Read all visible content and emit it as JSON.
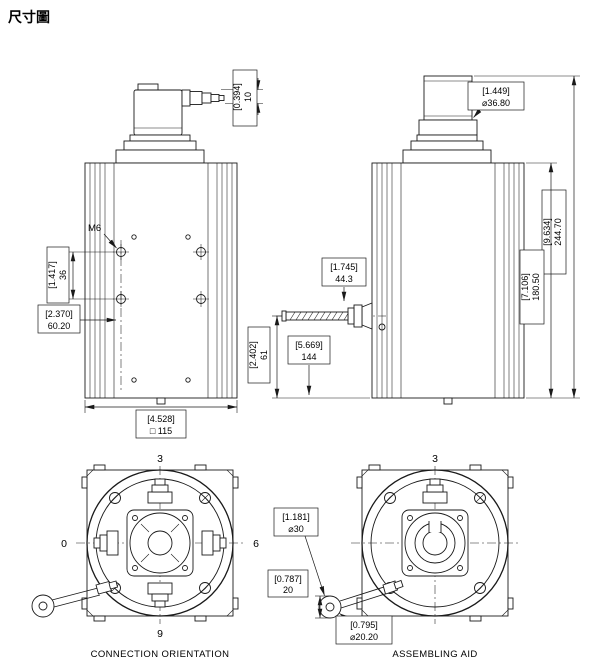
{
  "title": "尺寸圖",
  "front_view": {
    "label_thread": "M6",
    "dim_connector_tip": {
      "inch": "[0.394]",
      "mm": "10"
    },
    "dim_hole_spacing": {
      "inch": "[1.417]",
      "mm": "36"
    },
    "dim_hole_offset": {
      "inch": "[2.370]",
      "mm": "60.20"
    },
    "dim_body_width": {
      "inch": "[4.528]",
      "mm": "□ 115"
    }
  },
  "side_view": {
    "dim_shaft_dia": {
      "inch": "[1.449]",
      "mm": "⌀36.80"
    },
    "dim_total_height": {
      "inch": "[9.634]",
      "mm": "244.70"
    },
    "dim_body_height": {
      "inch": "[7.106]",
      "mm": "180.50"
    },
    "dim_cable_height": {
      "inch": "[1.745]",
      "mm": "44.3"
    },
    "dim_cable_length": {
      "inch": "[5.669]",
      "mm": "144"
    },
    "dim_cable_to_bottom": {
      "inch": "[2.402]",
      "mm": "61"
    }
  },
  "connection_view": {
    "caption": "CONNECTION ORIENTATION",
    "pos_top": "3",
    "pos_left": "0",
    "pos_right": "6",
    "pos_bottom": "9"
  },
  "assembly_view": {
    "caption": "ASSEMBLING AID",
    "pos_top": "3",
    "dim_bore": {
      "inch": "[1.181]",
      "mm": "⌀30"
    },
    "dim_depth": {
      "inch": "[0.787]",
      "mm": "20"
    },
    "dim_tool_dia": {
      "inch": "[0.795]",
      "mm": "⌀20.20"
    }
  }
}
